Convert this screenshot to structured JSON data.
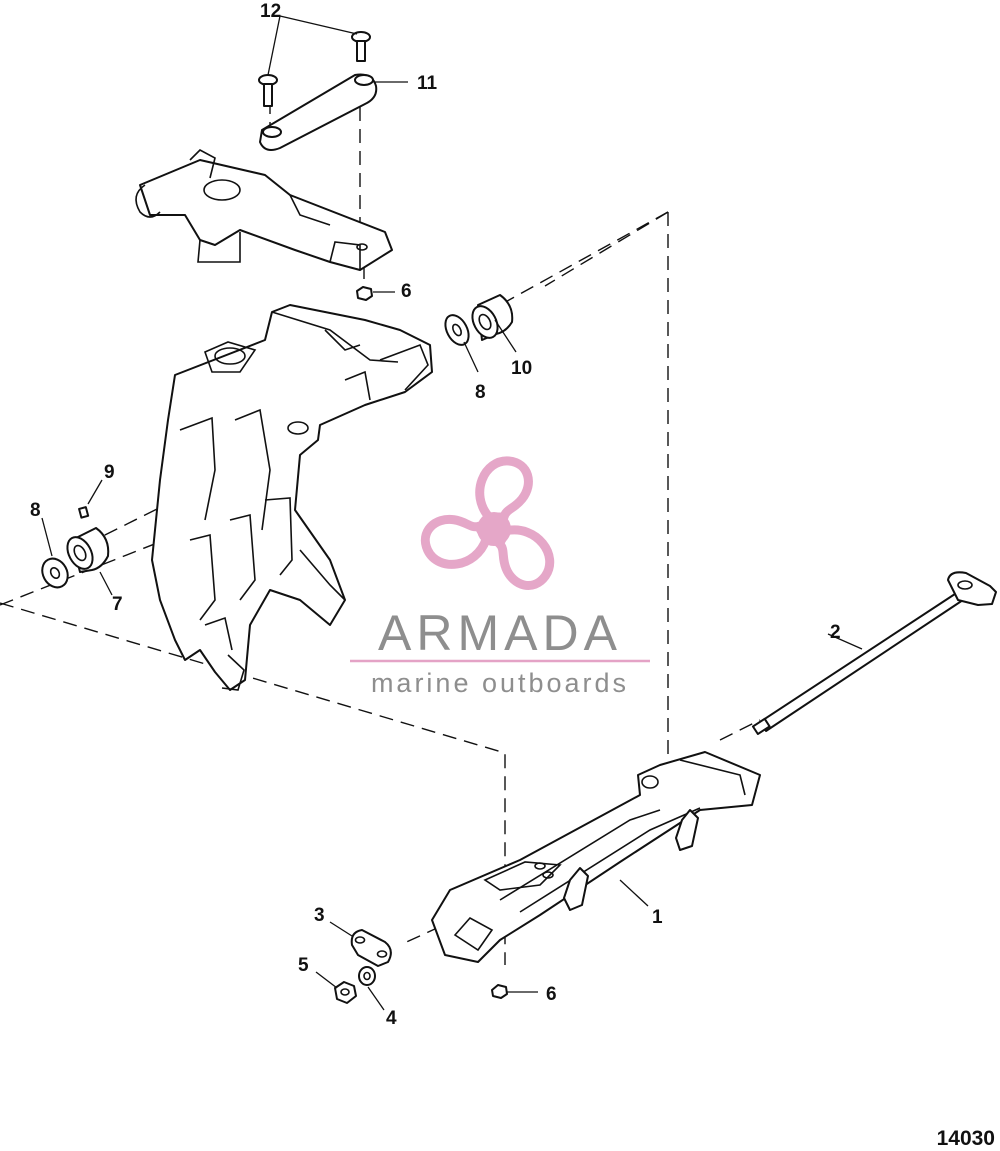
{
  "callouts": [
    {
      "id": "1",
      "text": "1"
    },
    {
      "id": "2",
      "text": "2"
    },
    {
      "id": "3",
      "text": "3"
    },
    {
      "id": "4",
      "text": "4"
    },
    {
      "id": "5",
      "text": "5"
    },
    {
      "id": "6a",
      "text": "6"
    },
    {
      "id": "6b",
      "text": "6"
    },
    {
      "id": "7",
      "text": "7"
    },
    {
      "id": "8a",
      "text": "8"
    },
    {
      "id": "8b",
      "text": "8"
    },
    {
      "id": "9",
      "text": "9"
    },
    {
      "id": "10",
      "text": "10"
    },
    {
      "id": "11",
      "text": "11"
    },
    {
      "id": "12",
      "text": "12"
    }
  ],
  "watermark": {
    "brand": "ARMADA",
    "tagline": "marine outboards",
    "accent_color": "#e4a3c6",
    "text_color": "#8e8e8e"
  },
  "figure_number": "14030"
}
